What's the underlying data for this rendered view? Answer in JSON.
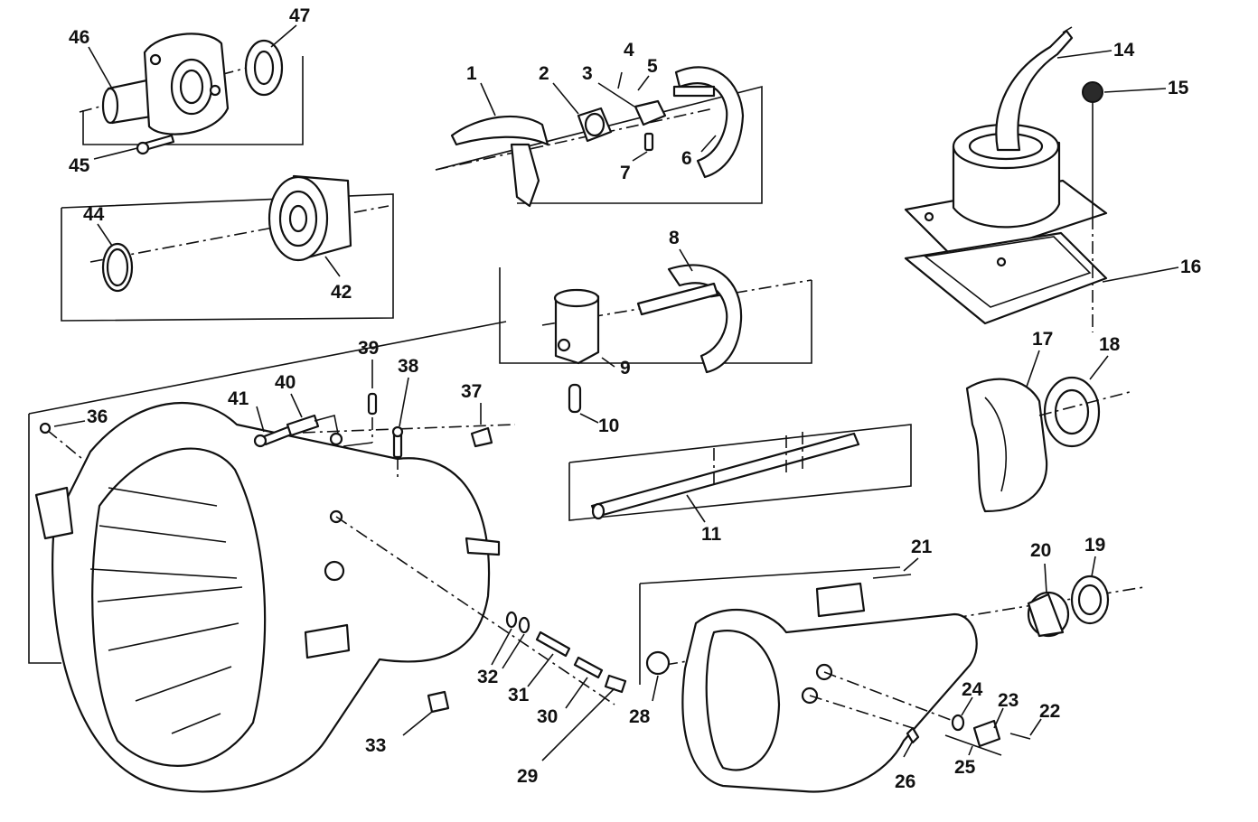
{
  "callouts": {
    "c1": "1",
    "c2": "2",
    "c3": "3",
    "c4": "4",
    "c5": "5",
    "c6": "6",
    "c7": "7",
    "c8": "8",
    "c9": "9",
    "c10": "10",
    "c11": "11",
    "c14": "14",
    "c15": "15",
    "c16": "16",
    "c17": "17",
    "c18": "18",
    "c19": "19",
    "c20": "20",
    "c21": "21",
    "c22": "22",
    "c23": "23",
    "c24": "24",
    "c25": "25",
    "c26": "26",
    "c28": "28",
    "c29": "29",
    "c30": "30",
    "c31": "31",
    "c32": "32",
    "c33": "33",
    "c36": "36",
    "c37": "37",
    "c38": "38",
    "c39": "39",
    "c40": "40",
    "c41": "41",
    "c42": "42",
    "c44": "44",
    "c45": "45",
    "c46": "46",
    "c47": "47"
  },
  "colors": {
    "ink": "#111111",
    "paper": "#ffffff"
  }
}
